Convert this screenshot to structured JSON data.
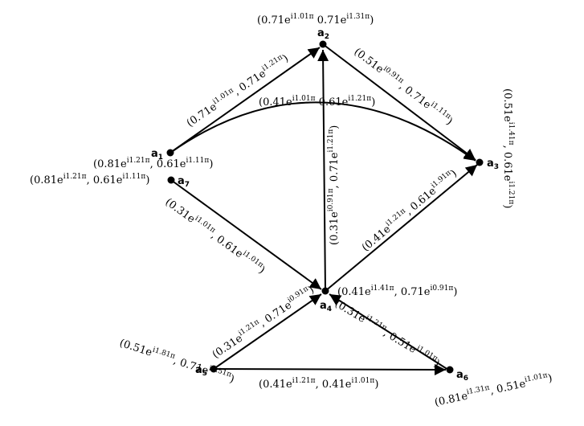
{
  "nodes": [
    {
      "id": "a1",
      "label": "a",
      "sub": "1",
      "value": {
        "pre": "(0.81e",
        "e1": "i1.21π",
        "mid": ", 0.61e",
        "e2": "i1.11π",
        "post": ")"
      }
    },
    {
      "id": "a2",
      "label": "a",
      "sub": "2",
      "value": {
        "pre": "(0.71e",
        "e1": "i1.01π",
        "mid": " 0.71e",
        "e2": "i1.31π",
        "post": ")"
      }
    },
    {
      "id": "a3",
      "label": "a",
      "sub": "3",
      "value": {
        "pre": "(0.51e",
        "e1": "i1.41π",
        "mid": ", 0.61e",
        "e2": "i1.21π",
        "post": ")"
      }
    },
    {
      "id": "a4",
      "label": "a",
      "sub": "4",
      "value": {
        "pre": "(0.41e",
        "e1": "i1.41π",
        "mid": ", 0.71e",
        "e2": "i0.91π",
        "post": ")"
      }
    },
    {
      "id": "a5",
      "label": "a",
      "sub": "5",
      "value": {
        "pre": "(0.51e",
        "e1": "i1.81π",
        "mid": ", 0.71e",
        "e2": "i0.51π",
        "post": ")"
      }
    },
    {
      "id": "a6",
      "label": "a",
      "sub": "6",
      "value": {
        "pre": "(0.81e",
        "e1": "i1.31π",
        "mid": ", 0.51e",
        "e2": "i1.01π",
        "post": ")"
      }
    },
    {
      "id": "a7",
      "label": "a",
      "sub": "7",
      "value": {
        "pre": "(0.81e",
        "e1": "i1.21π",
        "mid": ", 0.61e",
        "e2": "i1.11π",
        "post": ")"
      }
    }
  ],
  "edges": [
    {
      "from": "a1",
      "to": "a2",
      "label": {
        "pre": "(0.71e",
        "e1": "i1.01π",
        "mid": ", 0.71e",
        "e2": "i1.21π",
        "post": ")"
      }
    },
    {
      "from": "a1",
      "to": "a3",
      "label": {
        "pre": "(0.41e",
        "e1": "i1.01π",
        "mid": " 0.61e",
        "e2": "i1.21π",
        "post": ")"
      }
    },
    {
      "from": "a2",
      "to": "a3",
      "label": {
        "pre": "(0.51e",
        "e1": "i0.91π",
        "mid": ", 0.71e",
        "e2": "i1.11π",
        "post": ")"
      }
    },
    {
      "from": "a4",
      "to": "a2",
      "label": {
        "pre": "(0.31e",
        "e1": "i0.91π",
        "mid": ", 0.71e",
        "e2": "i1.21π",
        "post": ")"
      }
    },
    {
      "from": "a7",
      "to": "a4",
      "label": {
        "pre": "(0.31e",
        "e1": "i1.01π",
        "mid": ", 0.61e",
        "e2": "i1.01π",
        "post": ")"
      }
    },
    {
      "from": "a4",
      "to": "a3",
      "label": {
        "pre": "(0.41e",
        "e1": "i1.21π",
        "mid": ", 0.61e",
        "e2": "i1.91π",
        "post": ")"
      }
    },
    {
      "from": "a5",
      "to": "a4",
      "label": {
        "pre": "(0.31e",
        "e1": "i1.21π",
        "mid": ", 0.71e",
        "e2": "i0.91π",
        "post": ")"
      }
    },
    {
      "from": "a6",
      "to": "a4",
      "label": {
        "pre": "(0.31e",
        "e1": "i1.21π",
        "mid": ", 0.51e",
        "e2": "i1.01π",
        "post": ")"
      }
    },
    {
      "from": "a5",
      "to": "a6",
      "label": {
        "pre": "(0.41e",
        "e1": "i1.21π",
        "mid": ", 0.41e",
        "e2": "i1.01π",
        "post": ")"
      }
    }
  ]
}
